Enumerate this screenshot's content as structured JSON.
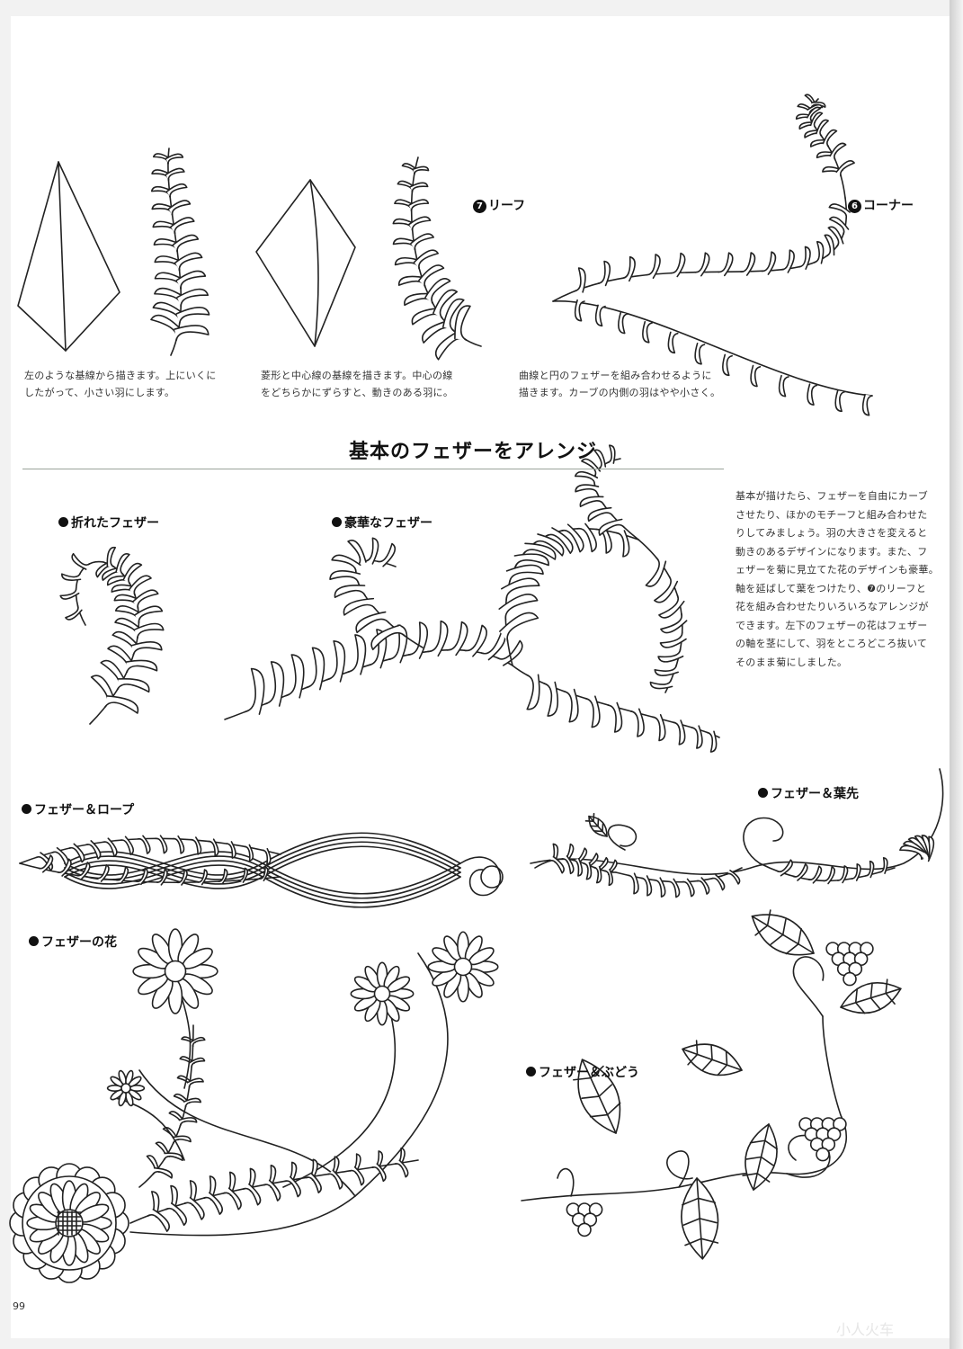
{
  "page": {
    "number": "99"
  },
  "section_title": "基本のフェザーをアレンジ",
  "captions": {
    "step_triangle": "左のような基線から描きます。上にいくに\nしたがって、小さい羽にします。",
    "step_diamond": "菱形と中心線の基線を描きます。中心の線\nをどちらかにずらすと、動きのある羽に。",
    "step_curve": "曲線と円のフェザーを組み合わせるように\n描きます。カーブの内側の羽はやや小さく。",
    "arrange_intro": "基本が描けたら、フェザーを自由にカーブ\nさせたり、ほかのモチーフと組み合わせた\nりしてみましょう。羽の大きさを変えると\n動きのあるデザインになります。また、フ\nェザーを菊に見立てた花のデザインも豪華。\n軸を延ばして葉をつけたり、❼のリーフと\n花を組み合わせたりいろいろなアレンジが\nできます。左下のフェザーの花はフェザー\nの軸を茎にして、羽をところどころ抜いて\nそのまま菊にしました。"
  },
  "badges": {
    "leaf": {
      "number": "7",
      "text": "リーフ"
    },
    "corner": {
      "number": "6",
      "text": "コーナー"
    }
  },
  "labels": {
    "broken_feather": "折れたフェザー",
    "luxury_feather": "豪華なフェザー",
    "feather_rope": "フェザー＆ロープ",
    "feather_leaf_tip": "フェザー＆葉先",
    "feather_flower": "フェザーの花",
    "feather_grape": "フェザー＆ぶどう"
  },
  "icons": {
    "number_badge": "black-circle-number-icon",
    "label_bullet": "black-circle-bullet-icon"
  },
  "watermark": "小人火车"
}
